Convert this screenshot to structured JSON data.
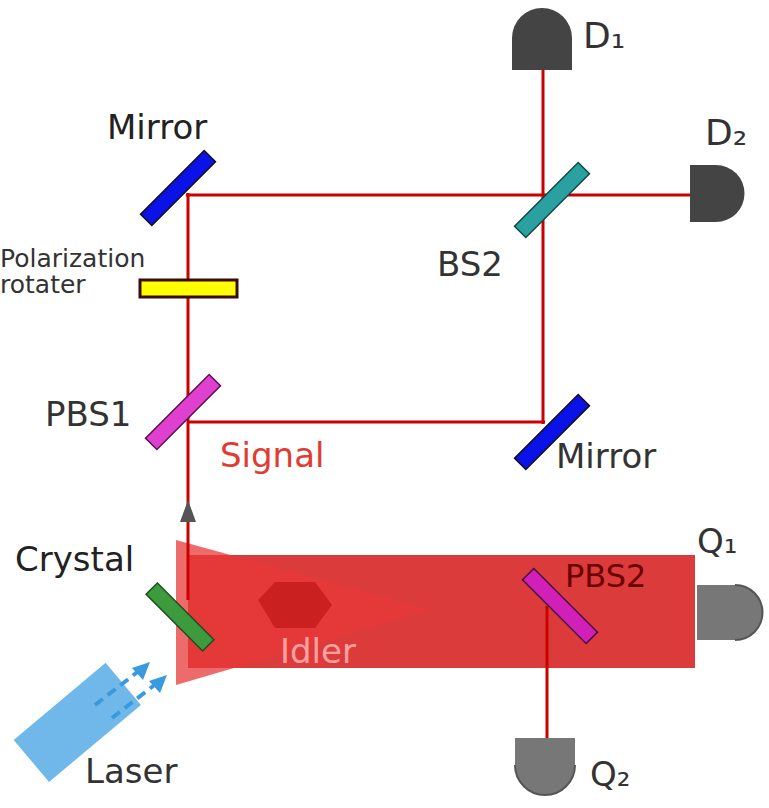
{
  "diagram": {
    "labels": [
      "D₁",
      "Mirror",
      "D₂",
      "BS2",
      "Polarization rotater",
      "PBS1",
      "Signal",
      "Mirror",
      "Crystal",
      "Idler",
      "PBS2",
      "Q₁",
      "Q₂",
      "Laser"
    ]
  }
}
